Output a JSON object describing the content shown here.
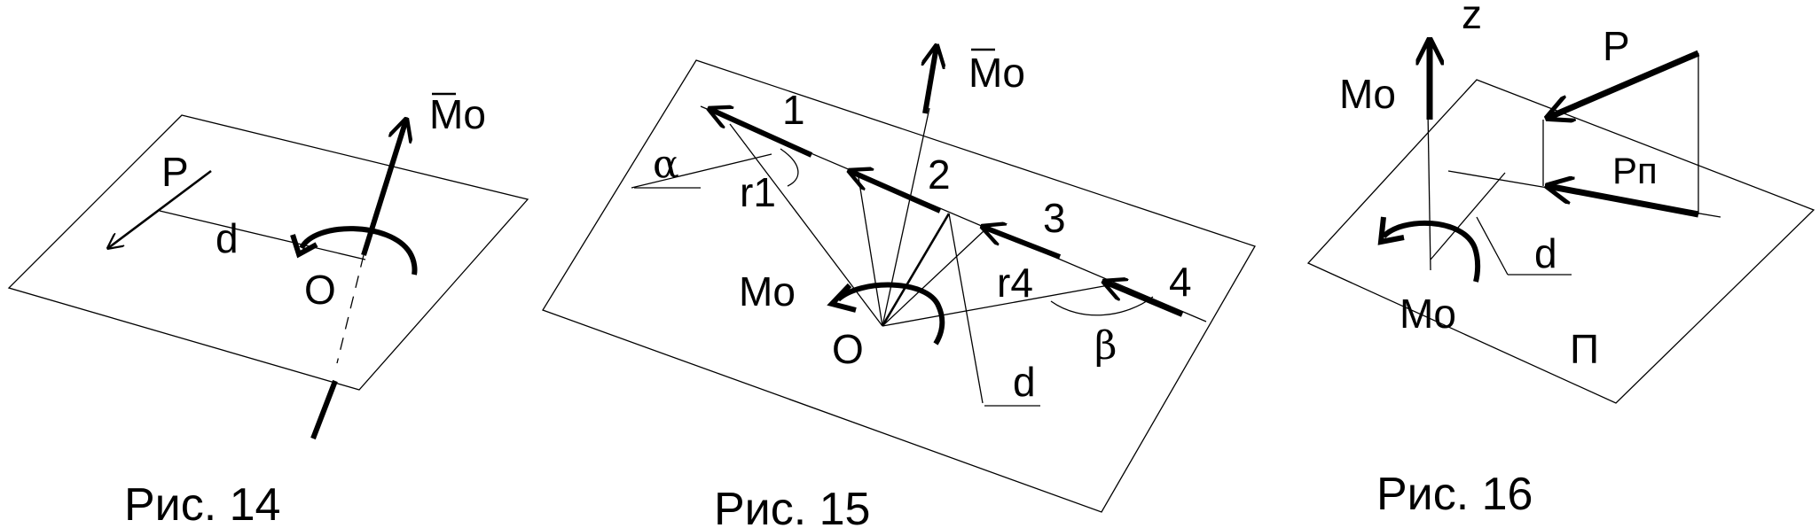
{
  "fig14": {
    "caption": "Рис. 14",
    "labels": {
      "moment_vec": "Mo",
      "force": "P",
      "arm": "d",
      "origin": "O"
    }
  },
  "fig15": {
    "caption": "Рис. 15",
    "labels": {
      "moment_vec": "Mo",
      "moment": "Mo",
      "origin": "O",
      "arm": "d",
      "alpha": "α",
      "beta": "β",
      "r1": "r1",
      "r4": "r4",
      "p1": "1",
      "p2": "2",
      "p3": "3",
      "p4": "4"
    }
  },
  "fig16": {
    "caption": "Рис. 16",
    "labels": {
      "axis_z": "z",
      "moment_axis": "Mo",
      "force": "P",
      "force_proj": "Pп",
      "arm": "d",
      "moment": "Mo",
      "plane": "П"
    }
  }
}
